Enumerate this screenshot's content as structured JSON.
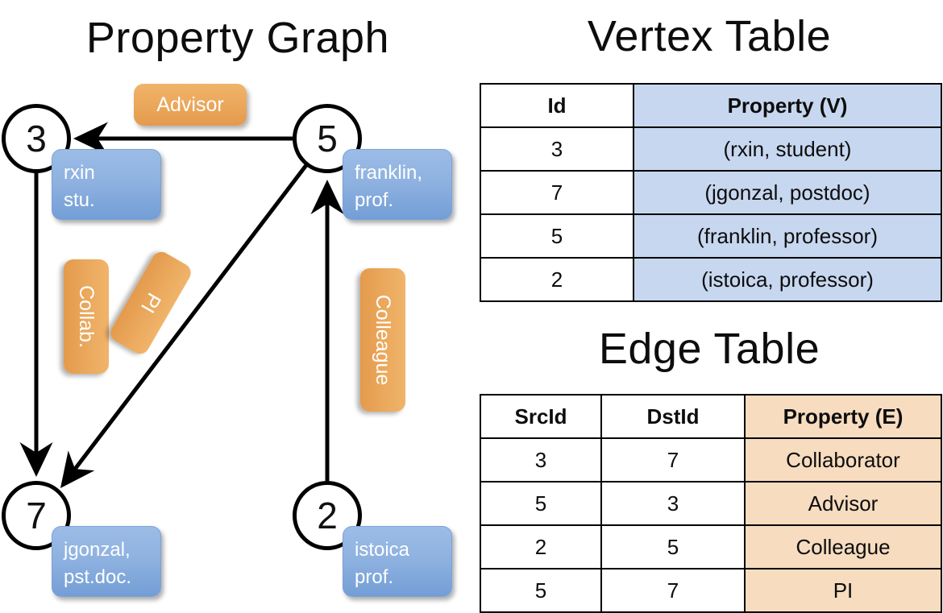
{
  "titles": {
    "property_graph": "Property Graph",
    "vertex_table": "Vertex Table",
    "edge_table": "Edge Table"
  },
  "graph": {
    "nodes": [
      {
        "id": "3",
        "name": "rxin",
        "role": "stu.",
        "label_line1": "rxin",
        "label_line2": "stu."
      },
      {
        "id": "5",
        "name": "franklin",
        "role": "prof.",
        "label_line1": "franklin,",
        "label_line2": "prof."
      },
      {
        "id": "7",
        "name": "jgonzal",
        "role": "pst.doc.",
        "label_line1": "jgonzal,",
        "label_line2": "pst.doc."
      },
      {
        "id": "2",
        "name": "istoica",
        "role": "prof.",
        "label_line1": "istoica",
        "label_line2": "prof."
      }
    ],
    "edge_labels": [
      {
        "key": "advisor",
        "text": "Advisor"
      },
      {
        "key": "collab",
        "text": "Collab."
      },
      {
        "key": "pi",
        "text": "PI"
      },
      {
        "key": "colleague",
        "text": "Colleague"
      }
    ],
    "edges": [
      {
        "src": "5",
        "dst": "3",
        "label": "Advisor"
      },
      {
        "src": "3",
        "dst": "7",
        "label": "Collab."
      },
      {
        "src": "5",
        "dst": "7",
        "label": "PI"
      },
      {
        "src": "2",
        "dst": "5",
        "label": "Colleague"
      }
    ]
  },
  "vertex_table": {
    "headers": [
      "Id",
      "Property (V)"
    ],
    "rows": [
      {
        "id": "3",
        "property": "(rxin, student)"
      },
      {
        "id": "7",
        "property": "(jgonzal, postdoc)"
      },
      {
        "id": "5",
        "property": "(franklin, professor)"
      },
      {
        "id": "2",
        "property": "(istoica, professor)"
      }
    ]
  },
  "edge_table": {
    "headers": [
      "SrcId",
      "DstId",
      "Property (E)"
    ],
    "rows": [
      {
        "src": "3",
        "dst": "7",
        "property": "Collaborator"
      },
      {
        "src": "5",
        "dst": "3",
        "property": "Advisor"
      },
      {
        "src": "2",
        "dst": "5",
        "property": "Colleague"
      },
      {
        "src": "5",
        "dst": "7",
        "property": "PI"
      }
    ]
  },
  "colors": {
    "vertex_property_fill": "#c7d7ef",
    "edge_property_fill": "#f7dcc0",
    "node_box_blue": "#8fb2e0",
    "edge_label_orange": "#eaa85c",
    "stroke": "#000000"
  }
}
